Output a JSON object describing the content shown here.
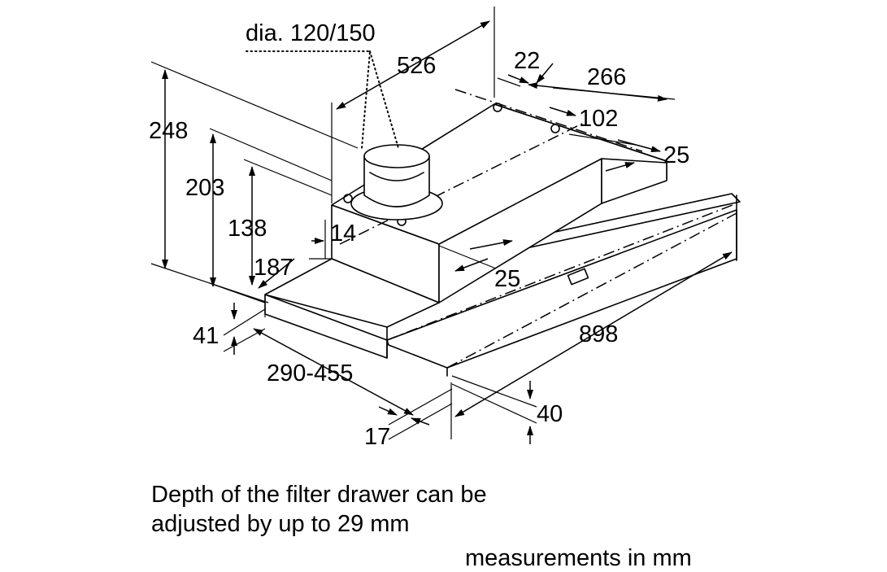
{
  "dimensions": {
    "duct_diameter": "dia. 120/150",
    "d526": "526",
    "d22": "22",
    "d266": "266",
    "d102": "102",
    "d25_rear": "25",
    "d248": "248",
    "d203": "203",
    "d138": "138",
    "d14": "14",
    "d187": "187",
    "d25_front": "25",
    "d41": "41",
    "d898": "898",
    "d290_455": "290-455",
    "d40": "40",
    "d17": "17"
  },
  "note": "Depth of the filter drawer can be adjusted by up to 29 mm",
  "units": "measurements in mm"
}
